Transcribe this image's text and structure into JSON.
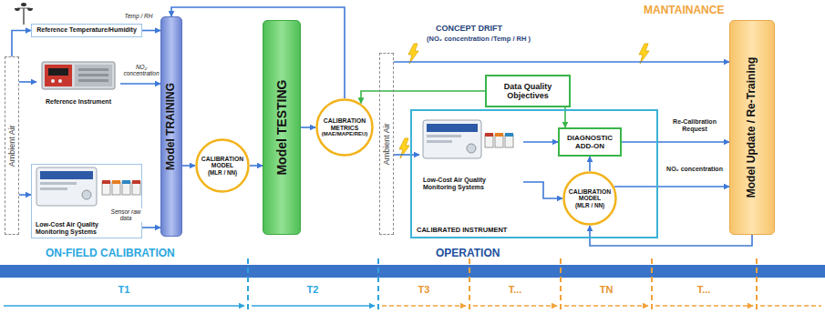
{
  "diagram": {
    "nodes": [
      {
        "text": [
          "Ambient Air"
        ]
      },
      {
        "text": [
          "Reference Temperature/Humidity"
        ]
      },
      {
        "text": [
          "Reference Instrument"
        ]
      },
      {
        "text": [
          "Low-Cost Air Quality Monitoring Systems"
        ]
      },
      {
        "text": [
          "Model TRAINING"
        ]
      },
      {
        "text": [
          "CALIBRATION MODEL",
          "(MLR / NN)"
        ]
      },
      {
        "text": [
          "Model TESTING"
        ]
      },
      {
        "text": [
          "CALIBRATION METRICS",
          "(MAE/MAPE/REU)"
        ]
      },
      {
        "text": [
          "Ambient Air"
        ]
      },
      {
        "text": [
          "Data Quality Objectives"
        ]
      },
      {
        "text": [
          "CALIBRATED INSTRUMENT"
        ]
      },
      {
        "text": [
          "Low-Cost Air Quality Monitoring Systems"
        ],
        "in": 10
      },
      {
        "text": [
          "DIAGNOSTIC ADD-ON"
        ],
        "in": 10
      },
      {
        "text": [
          "CALIBRATION MODEL",
          "(MLR / NN)"
        ],
        "in": 10
      },
      {
        "text": [
          "Model Update / Re-Training"
        ]
      }
    ],
    "edges": [
      {
        "from": 0,
        "to": 1,
        "arrow": "to"
      },
      {
        "from": 0,
        "to": 2,
        "arrow": "to"
      },
      {
        "from": 0,
        "to": 3,
        "arrow": "to"
      },
      {
        "from": 1,
        "to": 4,
        "label": "Temp / RH",
        "arrow": "to"
      },
      {
        "from": 2,
        "to": 4,
        "label": "NO₂ concentration",
        "arrow": "to"
      },
      {
        "from": 3,
        "to": 4,
        "label": "Sensor raw data",
        "arrow": "to"
      },
      {
        "from": 4,
        "to": 5,
        "arrow": "to"
      },
      {
        "from": 5,
        "to": 6,
        "arrow": "to"
      },
      {
        "from": 6,
        "to": 7,
        "arrow": "to"
      },
      {
        "from": 7,
        "to": 4,
        "arrow": "to"
      },
      {
        "from": 8,
        "to": 14,
        "arrow": "to"
      },
      {
        "from": 8,
        "to": 11,
        "arrow": "to"
      },
      {
        "from": 9,
        "to": 7,
        "arrow": "to"
      },
      {
        "from": 9,
        "to": 12,
        "arrow": "to"
      },
      {
        "from": 11,
        "to": 13,
        "arrow": "to"
      },
      {
        "from": 11,
        "to": 12,
        "arrow": "to"
      },
      {
        "from": 13,
        "to": 12,
        "arrow": "to"
      },
      {
        "from": 12,
        "to": 14,
        "label": "Re-Calibration Request",
        "arrow": "to"
      },
      {
        "from": 13,
        "to": 14,
        "label": "NO₂ concentration",
        "arrow": "to"
      },
      {
        "from": 14,
        "to": 13,
        "arrow": "to"
      }
    ],
    "labels": [
      "CONCEPT DRIFT",
      "(NO₂ concentration /Temp / RH )",
      "MANTAINANCE",
      "ON-FIELD CALIBRATION",
      "OPERATION",
      "T1",
      "T2",
      "T3",
      "T...",
      "TN",
      "T..."
    ]
  }
}
